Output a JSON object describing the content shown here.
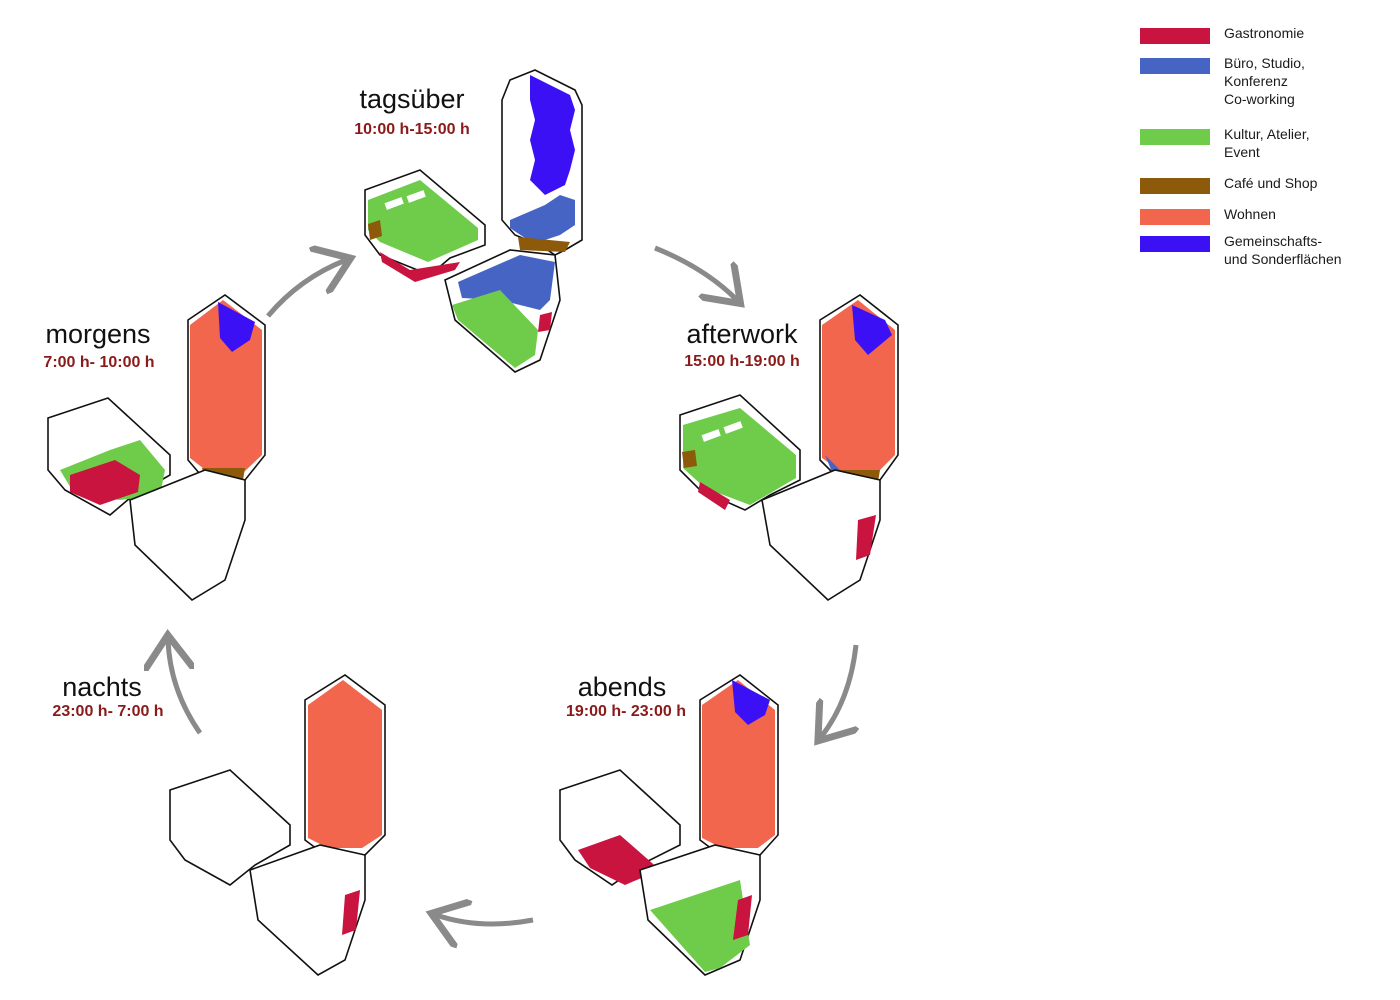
{
  "legend": {
    "items": [
      {
        "label": "Gastronomie",
        "color": "#c8143f"
      },
      {
        "label": "Büro,  Studio,\nKonferenz\nCo-working",
        "color": "#4664c4"
      },
      {
        "label": "Kultur, Atelier,\nEvent",
        "color": "#6fcc4a"
      },
      {
        "label": "Café und Shop",
        "color": "#8c5a0a"
      },
      {
        "label": "Wohnen",
        "color": "#f2664d"
      },
      {
        "label": "Gemeinschafts-\nund Sonderflächen",
        "color": "#3b10f5"
      }
    ]
  },
  "scenes": {
    "tagsueber": {
      "title": "tagsüber",
      "time": "10:00 h-15:00 h"
    },
    "afterwork": {
      "title": "afterwork",
      "time": "15:00 h-19:00 h"
    },
    "abends": {
      "title": "abends",
      "time": "19:00 h- 23:00 h"
    },
    "nachts": {
      "title": "nachts",
      "time": "23:00 h- 7:00 h"
    },
    "morgens": {
      "title": "morgens",
      "time": "7:00 h- 10:00 h"
    }
  }
}
